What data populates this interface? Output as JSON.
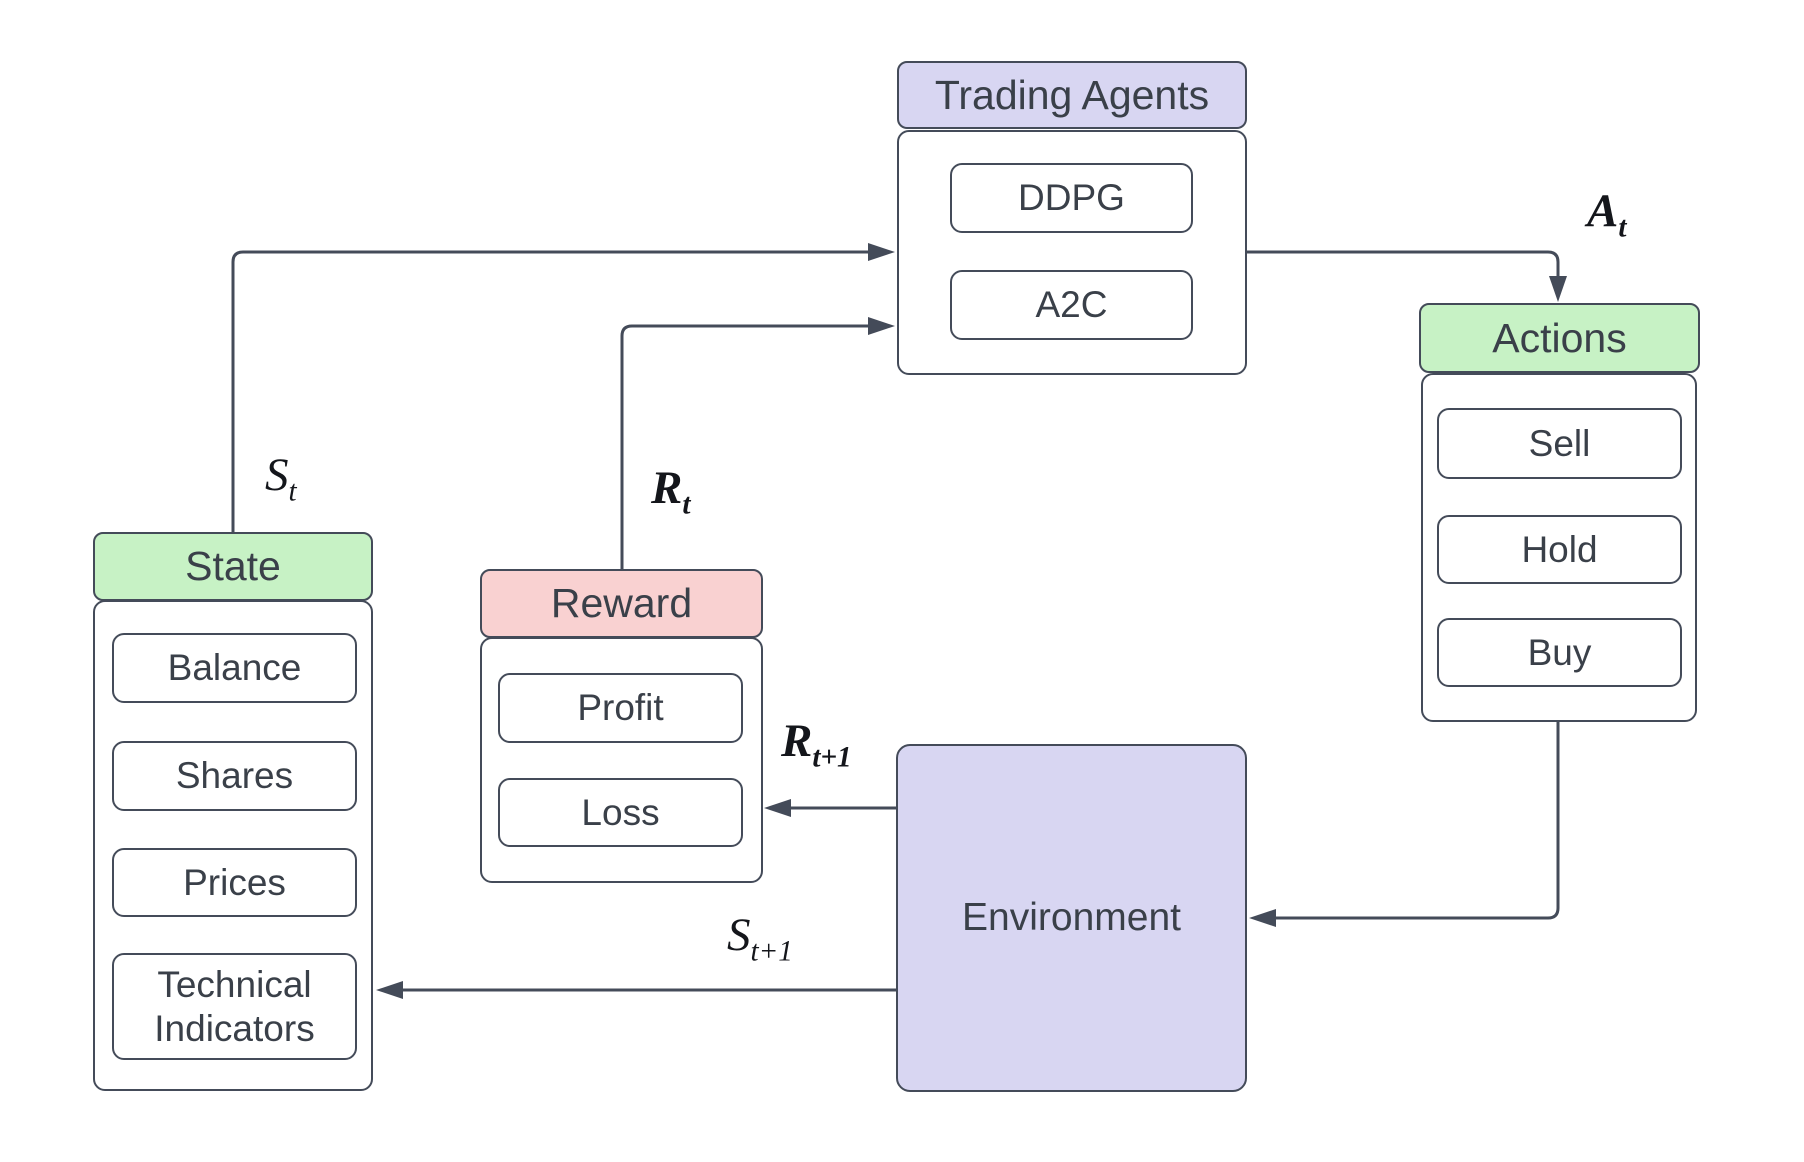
{
  "trading_agents": {
    "title": "Trading Agents",
    "items": [
      "DDPG",
      "A2C"
    ]
  },
  "actions": {
    "title": "Actions",
    "items": [
      "Sell",
      "Hold",
      "Buy"
    ]
  },
  "state": {
    "title": "State",
    "items": [
      "Balance",
      "Shares",
      "Prices",
      "Technical Indicators"
    ]
  },
  "reward": {
    "title": "Reward",
    "items": [
      "Profit",
      "Loss"
    ]
  },
  "environment": {
    "title": "Environment"
  },
  "edge_labels": {
    "state_to_agents": {
      "base": "S",
      "sub": "t"
    },
    "reward_to_agents": {
      "base": "R",
      "sub": "t"
    },
    "agents_to_actions": {
      "base": "A",
      "sub": "t"
    },
    "env_to_reward": {
      "base": "R",
      "sub": "t+1"
    },
    "env_to_state": {
      "base": "S",
      "sub": "t+1"
    }
  },
  "colors": {
    "agents_header_fill": "#d8d6f2",
    "environment_fill": "#d8d6f2",
    "state_header_fill": "#c7f2c5",
    "actions_header_fill": "#c7f2c5",
    "reward_header_fill": "#f9d1d1",
    "stroke": "#444b59"
  }
}
